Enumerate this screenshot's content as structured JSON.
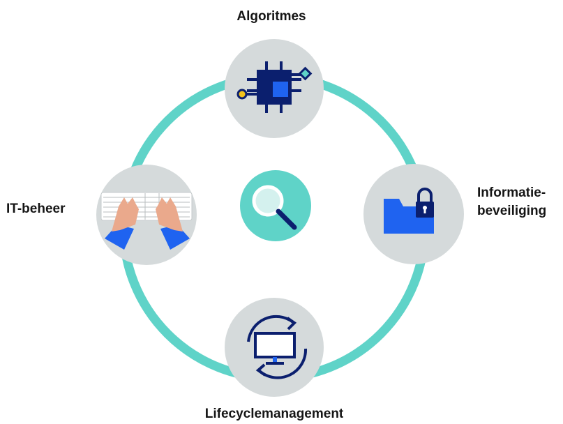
{
  "nodes": {
    "top": {
      "label": "Algoritmes",
      "icon": "chip-icon"
    },
    "right": {
      "label_line1": "Informatie-",
      "label_line2": "beveiliging",
      "icon": "locked-folder-icon"
    },
    "bottom": {
      "label": "Lifecyclemanagement",
      "icon": "monitor-refresh-icon"
    },
    "left": {
      "label": "IT-beheer",
      "icon": "keyboard-hands-icon"
    },
    "center": {
      "icon": "magnifier-icon"
    }
  },
  "colors": {
    "ring": "#5fd3c8",
    "node_bg": "#d5dadb",
    "navy": "#0b1f6e",
    "blue": "#1f63f0",
    "skin": "#eaa98c",
    "accent_yellow": "#f3c21b"
  }
}
